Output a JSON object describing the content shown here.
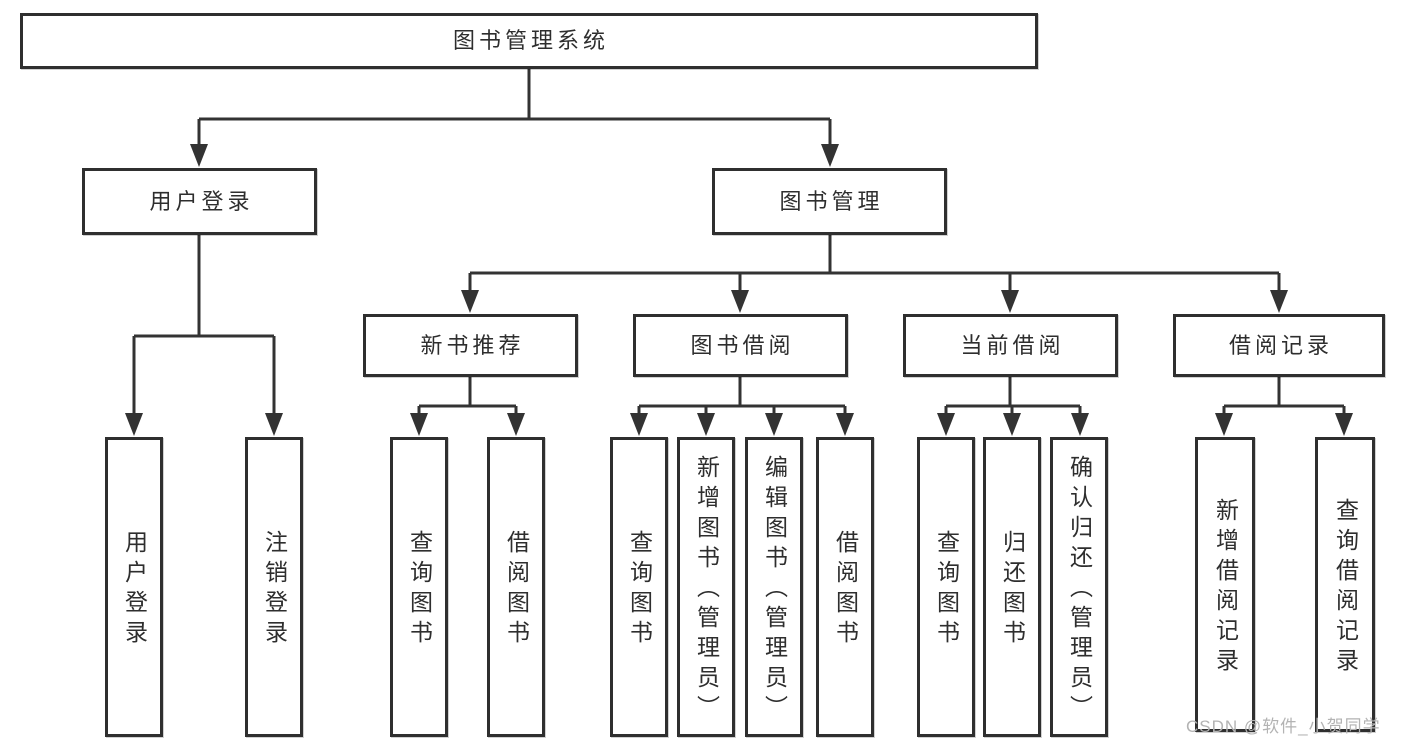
{
  "diagram": {
    "type": "tree",
    "colors": {
      "line": "#333333",
      "box_border": "#2f2f2f",
      "box_fill": "#ffffff",
      "text": "#2e2e2e",
      "watermark": "#b3b3b3",
      "background": "#ffffff"
    },
    "tree": {
      "label": "图书管理系统",
      "children": [
        {
          "label": "用户登录",
          "children": [
            {
              "label": "用户登录"
            },
            {
              "label": "注销登录"
            }
          ]
        },
        {
          "label": "图书管理",
          "children": [
            {
              "label": "新书推荐",
              "children": [
                {
                  "label": "查询图书"
                },
                {
                  "label": "借阅图书"
                }
              ]
            },
            {
              "label": "图书借阅",
              "children": [
                {
                  "label": "查询图书"
                },
                {
                  "label": "新增图书（管理员）"
                },
                {
                  "label": "编辑图书（管理员）"
                },
                {
                  "label": "借阅图书"
                }
              ]
            },
            {
              "label": "当前借阅",
              "children": [
                {
                  "label": "查询图书"
                },
                {
                  "label": "归还图书"
                },
                {
                  "label": "确认归还（管理员）"
                }
              ]
            },
            {
              "label": "借阅记录",
              "children": [
                {
                  "label": "新增借阅记录"
                },
                {
                  "label": "查询借阅记录"
                }
              ]
            }
          ]
        }
      ]
    },
    "watermark": "CSDN @软件_小贺同学"
  }
}
